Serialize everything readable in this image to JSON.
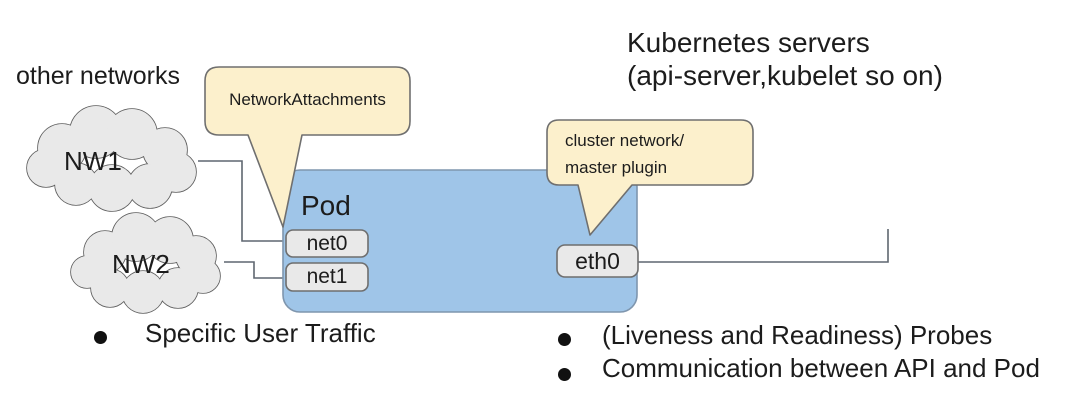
{
  "annotations": {
    "other_networks": "other networks",
    "kubernetes_servers": [
      "Kubernetes servers",
      "(api-server,kubelet so on)"
    ]
  },
  "networks": [
    {
      "label": "NW1"
    },
    {
      "label": "NW2"
    }
  ],
  "pod": {
    "label": "Pod",
    "interfaces": [
      "net0",
      "net1",
      "eth0"
    ]
  },
  "callouts": [
    {
      "lines": [
        "NetworkAttachments"
      ]
    },
    {
      "lines": [
        "cluster network/",
        "master plugin"
      ]
    }
  ],
  "bullets": [
    "Specific User Traffic",
    "(Liveness and Readiness) Probes",
    "Communication between API and Pod"
  ],
  "colors": {
    "background": "#ffffff",
    "pod_fill": "#9fc5e8",
    "pod_border": "#7f96ae",
    "callout_fill": "#fcf0cc",
    "callout_border": "#6f6f6f",
    "cloud_fill": "#e9e9e9",
    "cloud_border": "#5d5d5d",
    "interface_fill": "#e9e9e9",
    "interface_border": "#6e6e6e",
    "connector_line": "#5f6770",
    "text": "#1c1c1c"
  }
}
